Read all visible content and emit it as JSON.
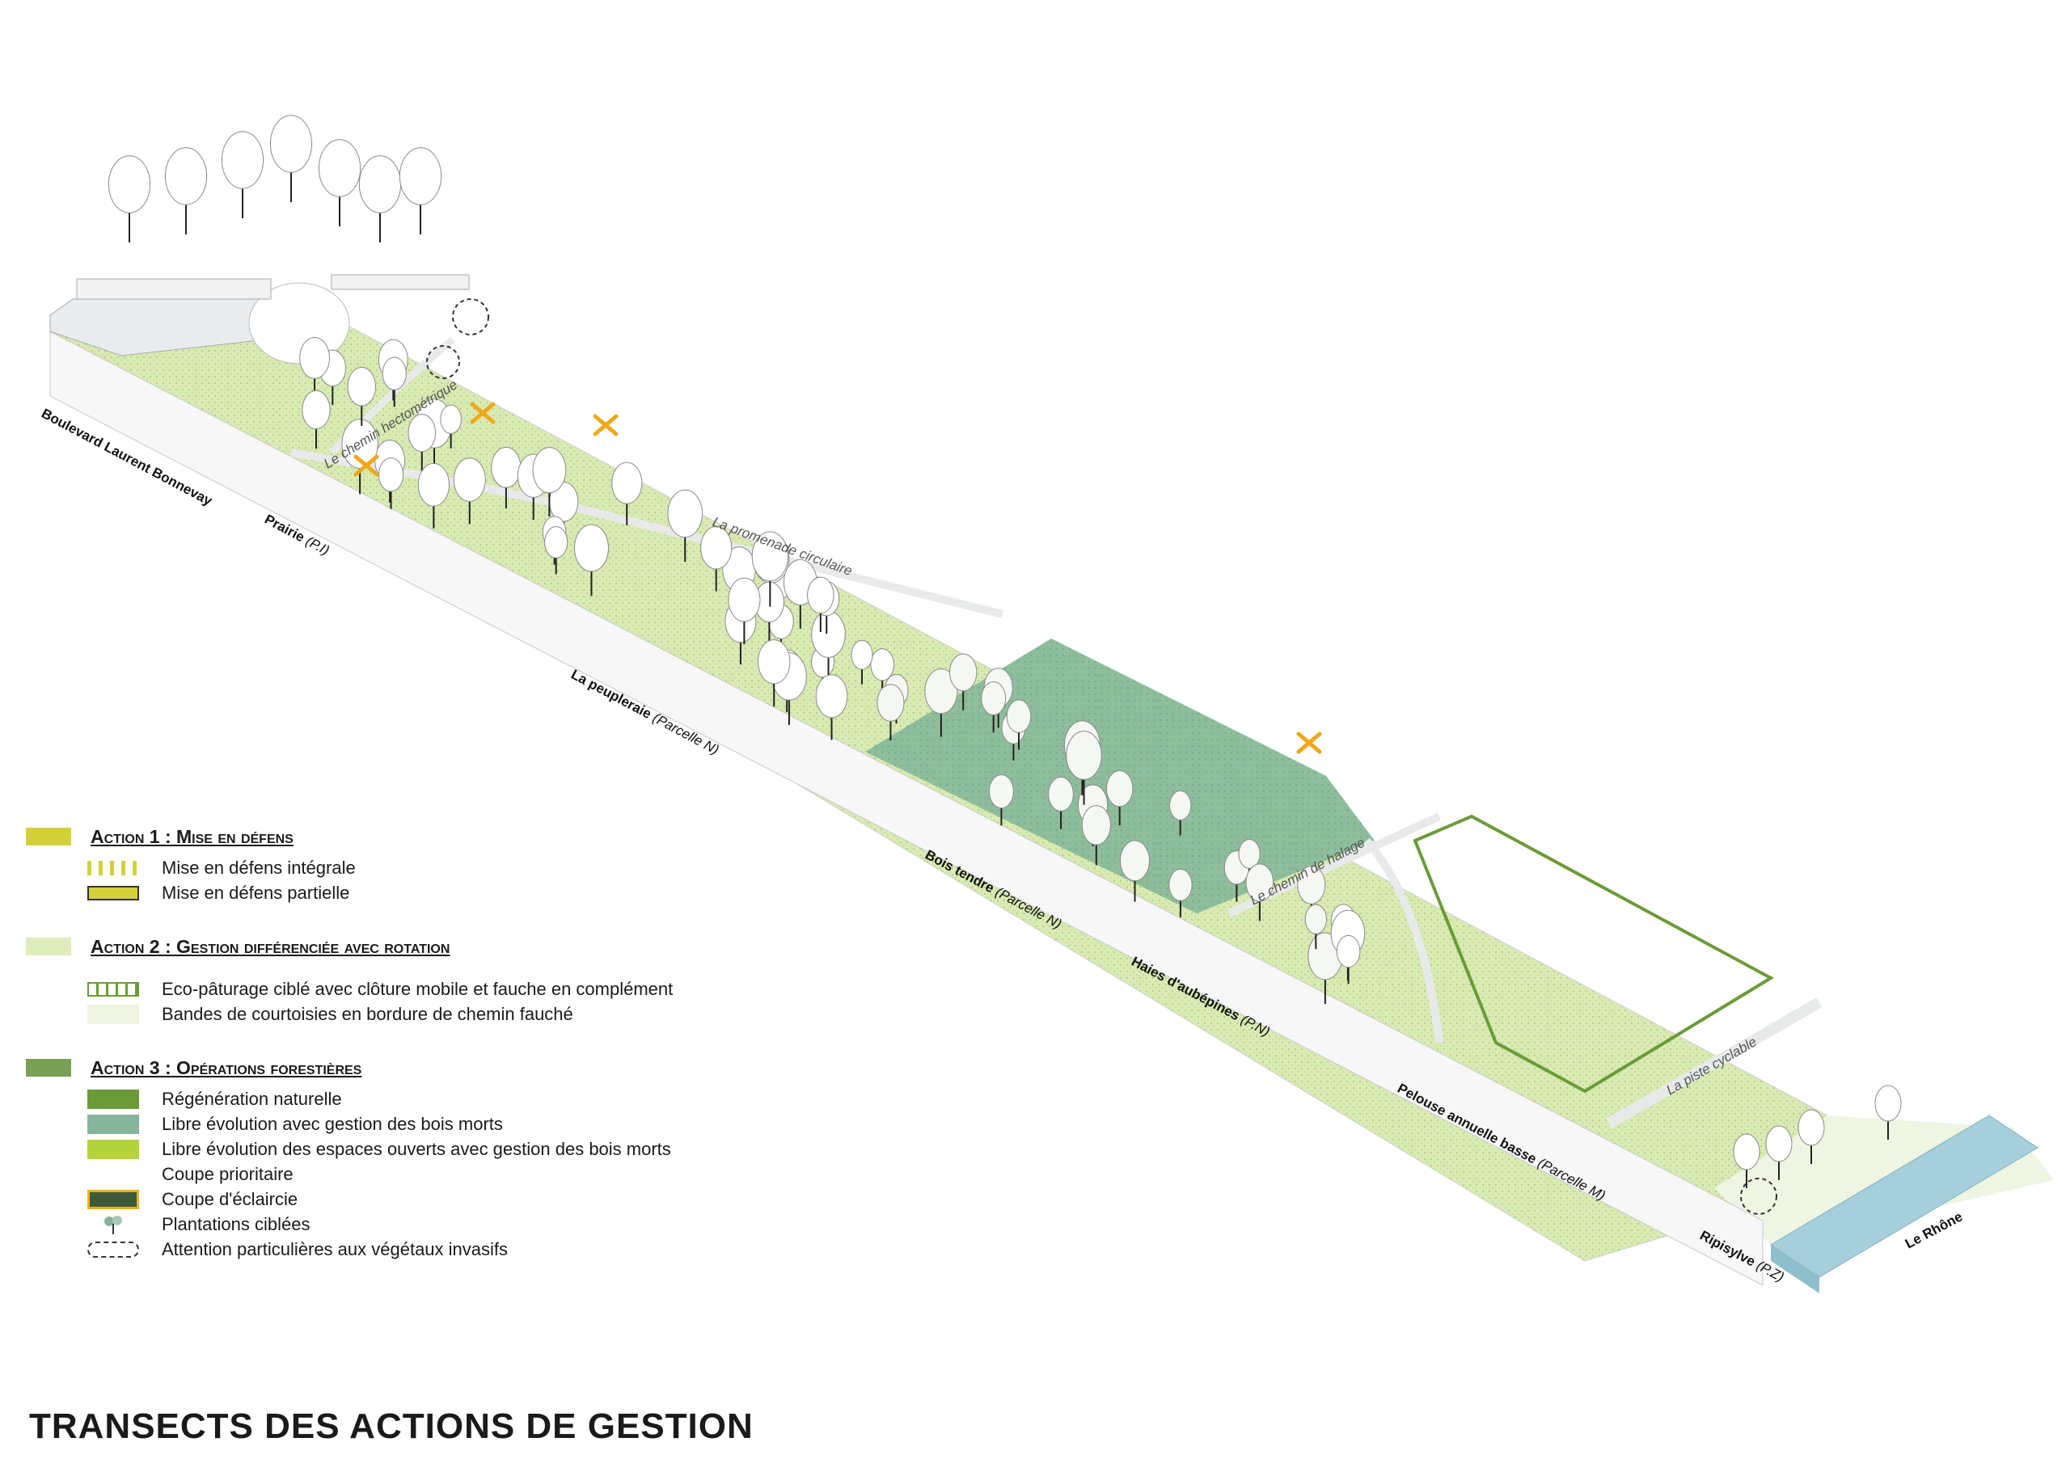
{
  "title": "TRANSECTS DES ACTIONS DE GESTION",
  "colors": {
    "action1": "#d3d13a",
    "action2": "#dfecbb",
    "action3": "#7aa053",
    "regeneration": "#6b9b37",
    "libre_evolution": "#86b49d",
    "libre_espaces": "#b4d33f",
    "coupe_eclaircie": "#3e5a3c",
    "coupe_border": "#e8b21a",
    "grass": "#d8eab0",
    "forest": "#8fbf9c",
    "river": "#a7cfdb"
  },
  "sections": [
    {
      "name": "Boulevard Laurent Bonnevay",
      "tag": ""
    },
    {
      "name": "Prairie",
      "tag": "(P.I)"
    },
    {
      "name": "La peupleraie",
      "tag": "(Parcelle N)"
    },
    {
      "name": "Bois tendre",
      "tag": "(Parcelle N)"
    },
    {
      "name": "Haies d'aubépines",
      "tag": "(P.N)"
    },
    {
      "name": "Pelouse annuelle basse",
      "tag": "(Parcelle M)"
    },
    {
      "name": "Ripisylve",
      "tag": "(P.Z)"
    },
    {
      "name": "Le Rhône",
      "tag": ""
    }
  ],
  "paths": {
    "chemin_hectometrique": "Le chemin hectométrique",
    "promenade": "La promenade circulaire",
    "halage": "Le chemin de halage",
    "piste": "La piste cyclable"
  },
  "legend": {
    "action1": {
      "title": "Action 1 : Mise en défens",
      "items": [
        "Mise en défens intégrale",
        "Mise en défens partielle"
      ]
    },
    "action2": {
      "title": "Action 2 : Gestion différenciée avec rotation",
      "items": [
        "Eco-pâturage ciblé avec clôture mobile et fauche en complément",
        "Bandes de courtoisies en bordure de chemin fauché"
      ]
    },
    "action3": {
      "title": "Action 3 : Opérations forestières",
      "items": [
        "Régénération naturelle",
        "Libre évolution avec gestion des bois morts",
        "Libre évolution des espaces ouverts avec gestion des bois morts",
        "Coupe prioritaire",
        "Coupe d'éclaircie",
        "Plantations ciblées",
        "Attention particulières aux végétaux invasifs"
      ]
    }
  }
}
